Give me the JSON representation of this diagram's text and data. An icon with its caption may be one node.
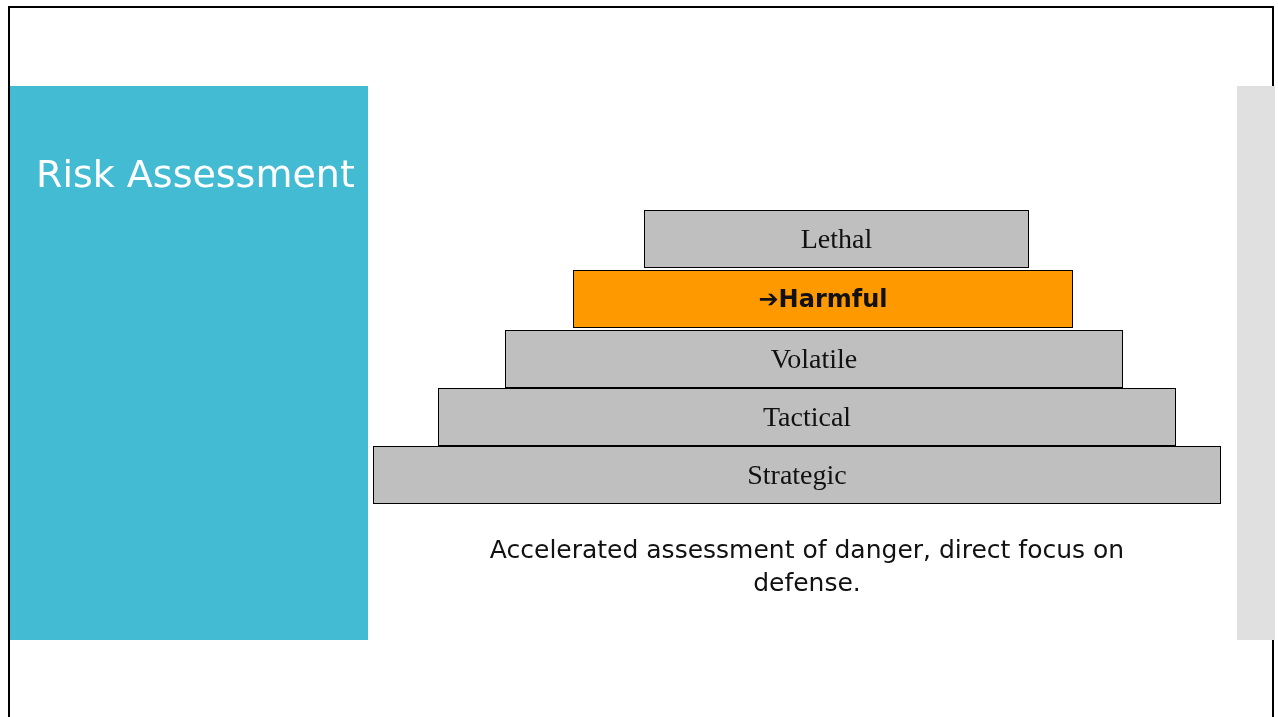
{
  "diagram": {
    "title": "Risk Assessment",
    "nodes": [
      {
        "text": [
          "Lethal"
        ]
      },
      {
        "text": [
          "➔Harmful"
        ]
      },
      {
        "text": [
          "Volatile"
        ]
      },
      {
        "text": [
          "Tactical"
        ]
      },
      {
        "text": [
          "Strategic"
        ]
      }
    ],
    "caption": "Accelerated assessment of danger, direct focus on defense."
  }
}
